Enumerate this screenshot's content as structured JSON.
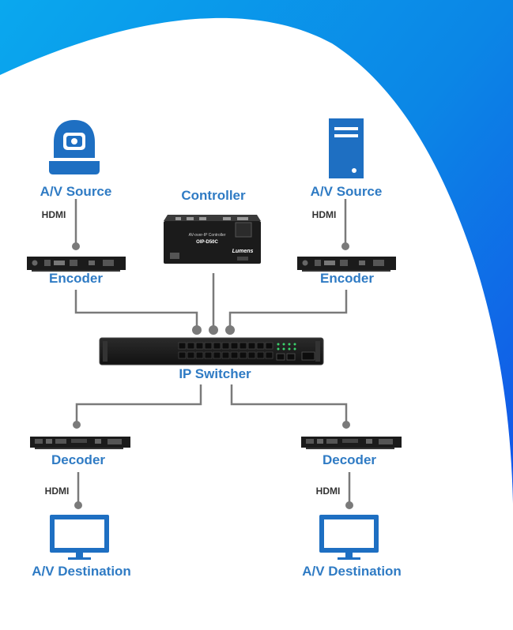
{
  "colors": {
    "primary_blue": "#1e6fc2",
    "background_blue": "#0a9ee8",
    "label_blue": "#2f7bc4",
    "connector_gray": "#7a7a7a",
    "device_black": "#1b1b1b"
  },
  "nodes": {
    "source_left": {
      "label": "A/V Source",
      "icon": "ptz-camera-icon"
    },
    "source_right": {
      "label": "A/V Source",
      "icon": "server-tower-icon"
    },
    "controller": {
      "label": "Controller",
      "brand": "Lumens",
      "model": "OIP-D50C"
    },
    "encoder_left": {
      "label": "Encoder"
    },
    "encoder_right": {
      "label": "Encoder"
    },
    "switcher": {
      "label": "IP Switcher"
    },
    "decoder_left": {
      "label": "Decoder"
    },
    "decoder_right": {
      "label": "Decoder"
    },
    "dest_left": {
      "label": "A/V Destination",
      "icon": "monitor-icon"
    },
    "dest_right": {
      "label": "A/V Destination",
      "icon": "monitor-icon"
    }
  },
  "links": {
    "source_left_to_encoder": "HDMI",
    "source_right_to_encoder": "HDMI",
    "decoder_left_to_dest": "HDMI",
    "decoder_right_to_dest": "HDMI"
  }
}
